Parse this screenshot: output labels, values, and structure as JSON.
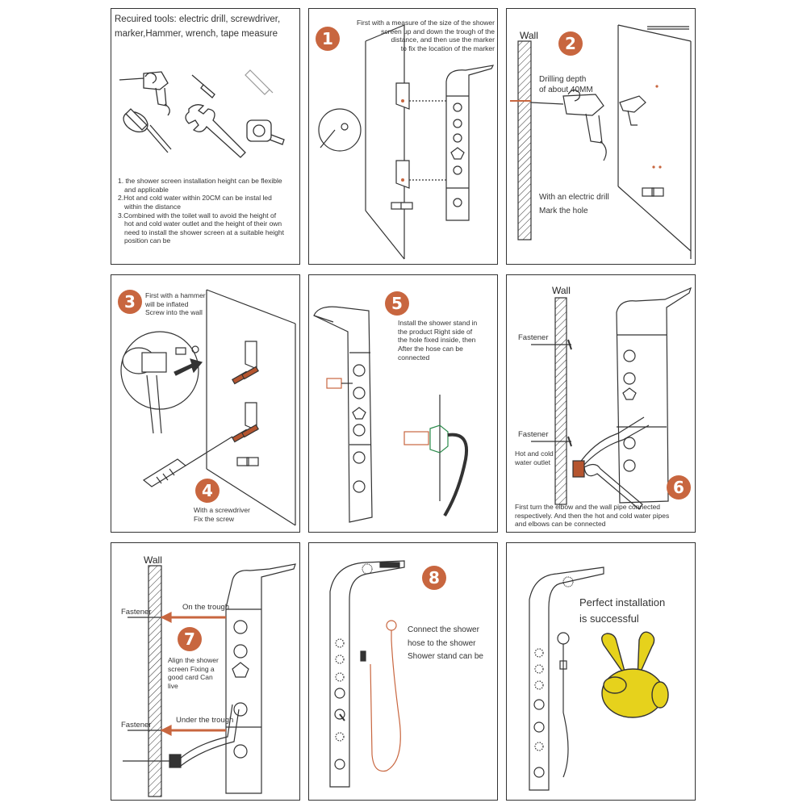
{
  "colors": {
    "badge": "#c8663f",
    "copper": "#b5552f",
    "yellow": "#e6d21c",
    "line": "#333333"
  },
  "panel_tools": {
    "title_line1": "Recuired tools: electric drill, screwdriver,",
    "title_line2": "marker,Hammer, wrench, tape measure",
    "notes": [
      "1. the shower screen installation height can be flexible",
      "and applicable",
      "2.Hot and cold water within 20CM can be instal led",
      "within the distance",
      "3.Combined with the toilet wall to avoid the height of",
      "hot and cold water outlet and the height of their own",
      "need to install the shower screen at a suitable height",
      "position can be"
    ]
  },
  "panel_1": {
    "number": "1",
    "text": [
      "First with a measure of the size of the shower",
      "screen up and down the trough of the",
      "distance, and then use the marker",
      "to fix the location of the marker"
    ]
  },
  "panel_2": {
    "number": "2",
    "wall": "Wall",
    "drill_text": [
      "Drilling depth",
      "of about 40MM"
    ],
    "mark_text": [
      "With an electric drill",
      "Mark the hole"
    ]
  },
  "panel_3_4": {
    "number_3": "3",
    "text_3": [
      "First with a hammer",
      "will be inflated",
      "Screw into the wall"
    ],
    "number_4": "4",
    "text_4": [
      "With a screwdriver",
      "Fix the screw"
    ]
  },
  "panel_5": {
    "number": "5",
    "text": [
      "Install the shower stand in",
      "the product Right side of",
      "the hole fixed inside, then",
      "After the hose can be",
      "connected"
    ]
  },
  "panel_6": {
    "number": "6",
    "wall": "Wall",
    "fastener_1": "Fastener",
    "fastener_2": "Fastener",
    "outlet": [
      "Hot and cold",
      "water outlet"
    ],
    "text": [
      "First turn the elbow and the wall pipe connected",
      "respectively. And then the hot and cold water pipes",
      "and elbows can be connected"
    ]
  },
  "panel_7": {
    "number": "7",
    "wall": "Wall",
    "fastener_1": "Fastener",
    "fastener_2": "Fastener",
    "on_trough": "On the trough",
    "under_trough": "Under the trough",
    "text": [
      "Align the shower",
      "screen Fixing a",
      "good card Can",
      "live"
    ]
  },
  "panel_8": {
    "number": "8",
    "text": [
      "Connect the shower",
      "hose to the shower",
      "Shower stand can be"
    ]
  },
  "panel_final": {
    "text": [
      "Perfect installation",
      "is successful"
    ]
  }
}
